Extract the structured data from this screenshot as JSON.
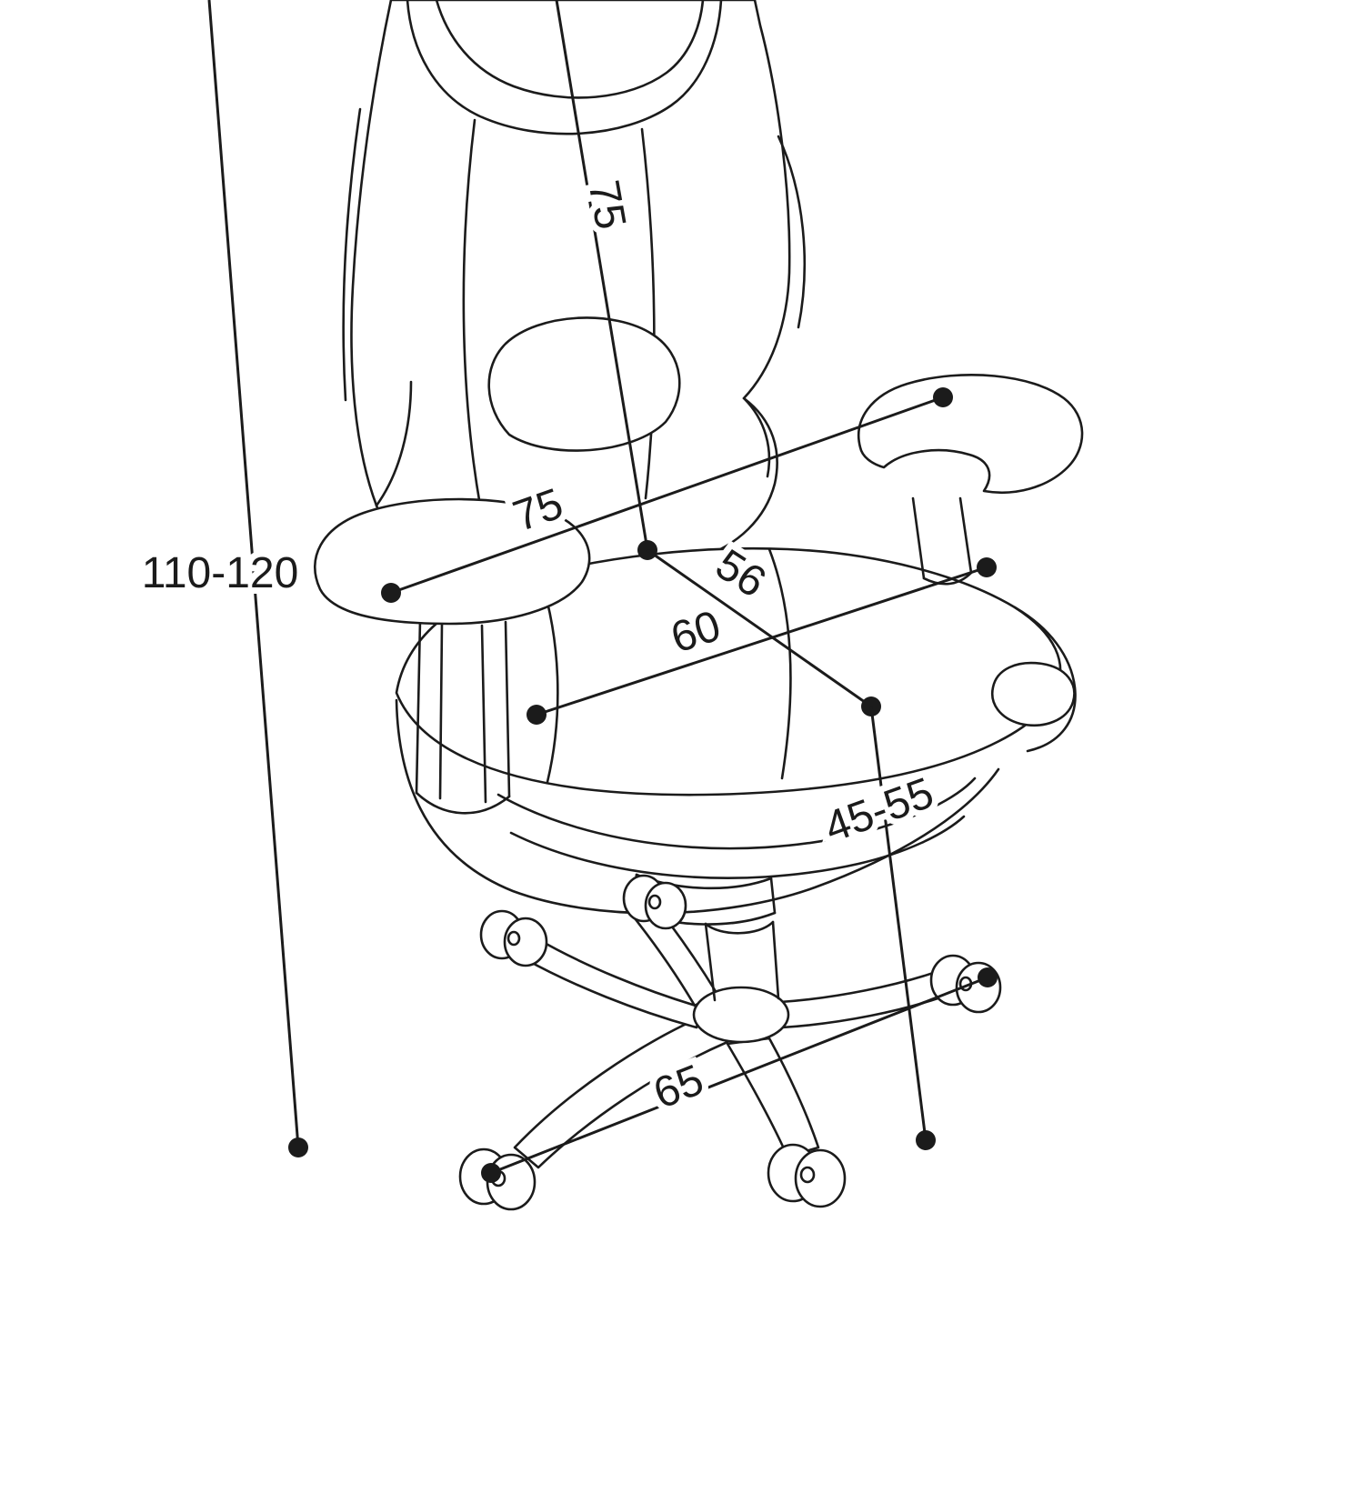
{
  "diagram": {
    "subject": "office-chair-dimension-drawing",
    "background_color": "#ffffff",
    "line_color": "#1b1b1b",
    "dimensions": {
      "overall_height": {
        "label": "110-120"
      },
      "backrest_height": {
        "label": "75"
      },
      "armrest_span": {
        "label": "75"
      },
      "seat_depth": {
        "label": "56"
      },
      "seat_width": {
        "label": "60"
      },
      "seat_height": {
        "label": "45-55"
      },
      "base_width": {
        "label": "65"
      }
    }
  }
}
